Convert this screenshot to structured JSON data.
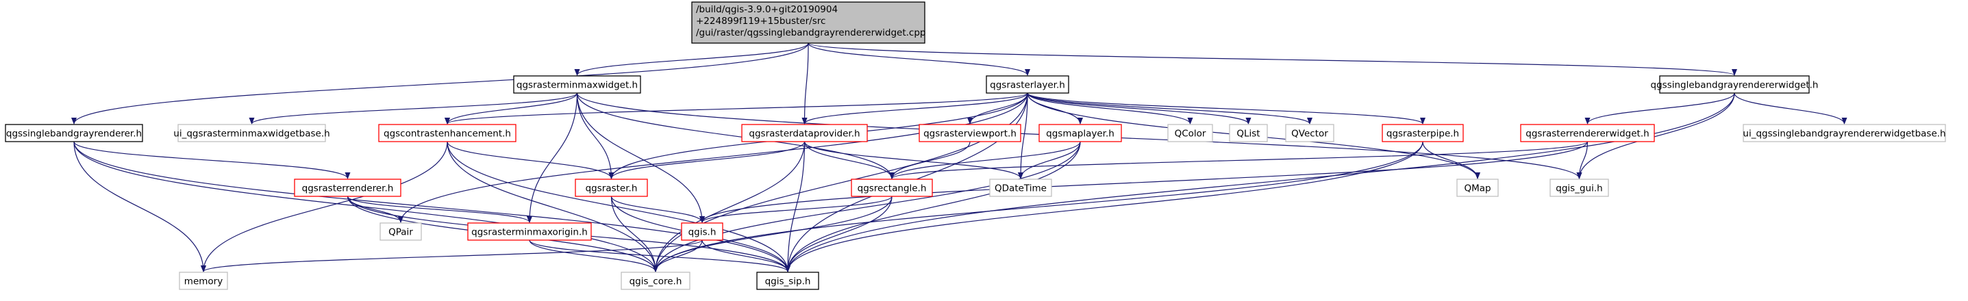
{
  "colors": {
    "edge": "#191970",
    "box_normal": "#000000",
    "box_incomplete": "#ff0000",
    "box_external": "#bfbfbf",
    "root_fill": "#bfbfbf"
  },
  "nodes": [
    {
      "id": "root",
      "lines": [
        "/build/qgis-3.9.0+git20190904",
        "+224899f119+15buster/src",
        "/gui/raster/qgssinglebandgrayrendererwidget.cpp"
      ],
      "kind": "root"
    },
    {
      "id": "minmaxwidget",
      "lines": [
        "qgsrasterminmaxwidget.h"
      ],
      "kind": "normal"
    },
    {
      "id": "rasterlayer",
      "lines": [
        "qgsrasterlayer.h"
      ],
      "kind": "normal"
    },
    {
      "id": "sbgrw",
      "lines": [
        "qgssinglebandgrayrendererwidget.h"
      ],
      "kind": "normal"
    },
    {
      "id": "sbgr",
      "lines": [
        "qgssinglebandgrayrenderer.h"
      ],
      "kind": "normal"
    },
    {
      "id": "ui_minmax",
      "lines": [
        "ui_qgsrasterminmaxwidgetbase.h"
      ],
      "kind": "external"
    },
    {
      "id": "contrast",
      "lines": [
        "qgscontrastenhancement.h"
      ],
      "kind": "incomplete"
    },
    {
      "id": "dataprovider",
      "lines": [
        "qgsrasterdataprovider.h"
      ],
      "kind": "incomplete"
    },
    {
      "id": "viewport",
      "lines": [
        "qgsrasterviewport.h"
      ],
      "kind": "incomplete"
    },
    {
      "id": "maplayer",
      "lines": [
        "qgsmaplayer.h"
      ],
      "kind": "incomplete"
    },
    {
      "id": "qcolor",
      "lines": [
        "QColor"
      ],
      "kind": "external"
    },
    {
      "id": "qlist",
      "lines": [
        "QList"
      ],
      "kind": "external"
    },
    {
      "id": "qvector",
      "lines": [
        "QVector"
      ],
      "kind": "external"
    },
    {
      "id": "rasterpipe",
      "lines": [
        "qgsrasterpipe.h"
      ],
      "kind": "incomplete"
    },
    {
      "id": "rendererwidget",
      "lines": [
        "qgsrasterrendererwidget.h"
      ],
      "kind": "incomplete"
    },
    {
      "id": "ui_sbgrw",
      "lines": [
        "ui_qgssinglebandgrayrendererwidgetbase.h"
      ],
      "kind": "external"
    },
    {
      "id": "rasterrenderer",
      "lines": [
        "qgsrasterrenderer.h"
      ],
      "kind": "incomplete"
    },
    {
      "id": "raster",
      "lines": [
        "qgsraster.h"
      ],
      "kind": "incomplete"
    },
    {
      "id": "rectangle",
      "lines": [
        "qgsrectangle.h"
      ],
      "kind": "incomplete"
    },
    {
      "id": "qdatetime",
      "lines": [
        "QDateTime"
      ],
      "kind": "external"
    },
    {
      "id": "qmap",
      "lines": [
        "QMap"
      ],
      "kind": "external"
    },
    {
      "id": "qgis_gui",
      "lines": [
        "qgis_gui.h"
      ],
      "kind": "external"
    },
    {
      "id": "qpair",
      "lines": [
        "QPair"
      ],
      "kind": "external"
    },
    {
      "id": "minmaxorigin",
      "lines": [
        "qgsrasterminmaxorigin.h"
      ],
      "kind": "incomplete"
    },
    {
      "id": "qgis",
      "lines": [
        "qgis.h"
      ],
      "kind": "incomplete"
    },
    {
      "id": "memory",
      "lines": [
        "memory"
      ],
      "kind": "external"
    },
    {
      "id": "qgis_core",
      "lines": [
        "qgis_core.h"
      ],
      "kind": "external"
    },
    {
      "id": "qgis_sip",
      "lines": [
        "qgis_sip.h"
      ],
      "kind": "normal"
    }
  ],
  "edges": [
    [
      "root",
      "minmaxwidget"
    ],
    [
      "root",
      "rasterlayer"
    ],
    [
      "root",
      "sbgrw"
    ],
    [
      "root",
      "sbgr"
    ],
    [
      "root",
      "dataprovider"
    ],
    [
      "minmaxwidget",
      "ui_minmax"
    ],
    [
      "minmaxwidget",
      "contrast"
    ],
    [
      "minmaxwidget",
      "raster"
    ],
    [
      "minmaxwidget",
      "rectangle"
    ],
    [
      "minmaxwidget",
      "minmaxorigin"
    ],
    [
      "minmaxwidget",
      "qgis_gui"
    ],
    [
      "minmaxwidget",
      "qgis"
    ],
    [
      "rasterlayer",
      "contrast"
    ],
    [
      "rasterlayer",
      "dataprovider"
    ],
    [
      "rasterlayer",
      "viewport"
    ],
    [
      "rasterlayer",
      "maplayer"
    ],
    [
      "rasterlayer",
      "qcolor"
    ],
    [
      "rasterlayer",
      "qlist"
    ],
    [
      "rasterlayer",
      "qvector"
    ],
    [
      "rasterlayer",
      "rasterpipe"
    ],
    [
      "rasterlayer",
      "qmap"
    ],
    [
      "rasterlayer",
      "raster"
    ],
    [
      "rasterlayer",
      "qpair"
    ],
    [
      "rasterlayer",
      "qgis_core"
    ],
    [
      "rasterlayer",
      "qgis_sip"
    ],
    [
      "rasterlayer",
      "qdatetime"
    ],
    [
      "sbgrw",
      "rendererwidget"
    ],
    [
      "sbgrw",
      "ui_sbgrw"
    ],
    [
      "sbgrw",
      "qgis_gui"
    ],
    [
      "sbgrw",
      "qgis_sip"
    ],
    [
      "sbgr",
      "rasterrenderer"
    ],
    [
      "sbgr",
      "memory"
    ],
    [
      "sbgr",
      "qgis_core"
    ],
    [
      "sbgr",
      "qgis_sip"
    ],
    [
      "contrast",
      "raster"
    ],
    [
      "contrast",
      "memory"
    ],
    [
      "contrast",
      "qgis_core"
    ],
    [
      "contrast",
      "qgis_sip"
    ],
    [
      "dataprovider",
      "raster"
    ],
    [
      "dataprovider",
      "rectangle"
    ],
    [
      "dataprovider",
      "qdatetime"
    ],
    [
      "dataprovider",
      "qgis_core"
    ],
    [
      "dataprovider",
      "qgis_sip"
    ],
    [
      "viewport",
      "rectangle"
    ],
    [
      "maplayer",
      "rectangle"
    ],
    [
      "maplayer",
      "qdatetime"
    ],
    [
      "maplayer",
      "qgis_core"
    ],
    [
      "maplayer",
      "qgis_sip"
    ],
    [
      "rasterpipe",
      "qmap"
    ],
    [
      "rasterpipe",
      "qgis_core"
    ],
    [
      "rasterpipe",
      "qgis_sip"
    ],
    [
      "rendererwidget",
      "rectangle"
    ],
    [
      "rendererwidget",
      "qgis_gui"
    ],
    [
      "rendererwidget",
      "qgis"
    ],
    [
      "rasterrenderer",
      "qpair"
    ],
    [
      "rasterrenderer",
      "minmaxorigin"
    ],
    [
      "rasterrenderer",
      "qgis_core"
    ],
    [
      "rasterrenderer",
      "qgis_sip"
    ],
    [
      "raster",
      "qgis"
    ],
    [
      "raster",
      "qgis_core"
    ],
    [
      "raster",
      "qgis_sip"
    ],
    [
      "rectangle",
      "qgis"
    ],
    [
      "rectangle",
      "qgis_core"
    ],
    [
      "rectangle",
      "qgis_sip"
    ],
    [
      "minmaxorigin",
      "qgis_core"
    ],
    [
      "minmaxorigin",
      "qgis_sip"
    ],
    [
      "qgis",
      "memory"
    ],
    [
      "qgis",
      "qgis_core"
    ],
    [
      "qgis",
      "qgis_sip"
    ]
  ]
}
